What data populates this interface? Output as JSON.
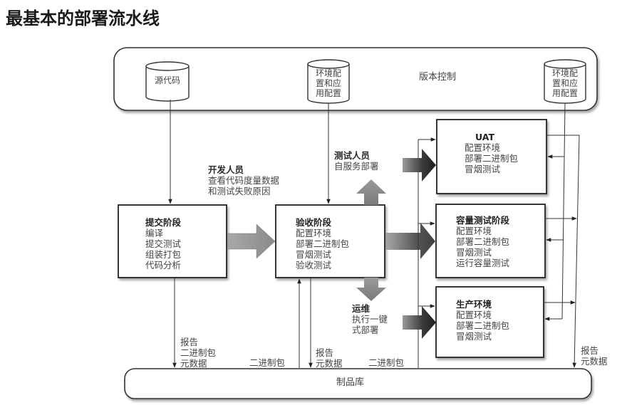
{
  "title": "最基本的部署流水线",
  "version_control": {
    "label": "版本控制",
    "repos": [
      {
        "lines": [
          "源代码"
        ]
      },
      {
        "lines": [
          "环境配",
          "置和应",
          "用配置"
        ]
      },
      {
        "lines": [
          "环境配",
          "置和应",
          "用配置"
        ]
      }
    ]
  },
  "stages": {
    "commit": {
      "title": "提交阶段",
      "items": [
        "编译",
        "提交测试",
        "组装打包",
        "代码分析"
      ]
    },
    "acceptance": {
      "title": "验收阶段",
      "items": [
        "配置环境",
        "部署二进制包",
        "冒烟测试",
        "验收测试"
      ]
    },
    "uat": {
      "title": "UAT",
      "items": [
        "配置环境",
        "部署二进制包",
        "冒烟测试"
      ]
    },
    "capacity": {
      "title": "容量测试阶段",
      "items": [
        "配置环境",
        "部署二进制包",
        "冒烟测试",
        "运行容量测试"
      ]
    },
    "production": {
      "title": "生产环境",
      "items": [
        "配置环境",
        "部署二进制包",
        "冒烟测试"
      ]
    }
  },
  "actors": {
    "developers": {
      "title": "开发人员",
      "lines": [
        "查看代码度量数据",
        "和测试失败原因"
      ]
    },
    "testers": {
      "title": "测试人员",
      "lines": [
        "自服务部署"
      ]
    },
    "operations": {
      "title": "运维",
      "lines": [
        "执行一键",
        "式部署"
      ]
    }
  },
  "flow_labels": {
    "commit_out": [
      "报告",
      "二进制包",
      "元数据"
    ],
    "binary_in_1": "二进制包",
    "acceptance_out": [
      "报告",
      "元数据"
    ],
    "binary_in_2": "二进制包",
    "right_out": [
      "报告",
      "元数据"
    ]
  },
  "artifact_repo": {
    "label": "制品库"
  }
}
